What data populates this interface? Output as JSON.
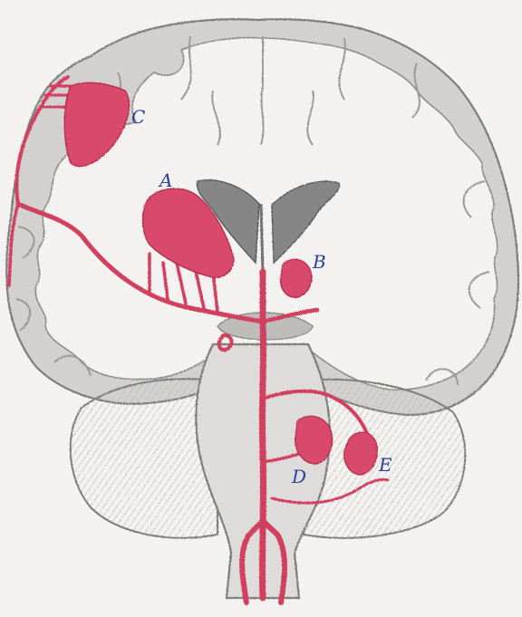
{
  "labels": {
    "a": "A",
    "b": "B",
    "c": "C",
    "d": "D",
    "e": "E"
  },
  "colors": {
    "paper": "#f3f2f0",
    "pencil_fill": "#d2d1d0",
    "pencil_line": "#7d7d7d",
    "ventricle": "#868686",
    "vessel": "#d23f5e",
    "lesion": "#d9496c",
    "label": "#2d3f96"
  }
}
